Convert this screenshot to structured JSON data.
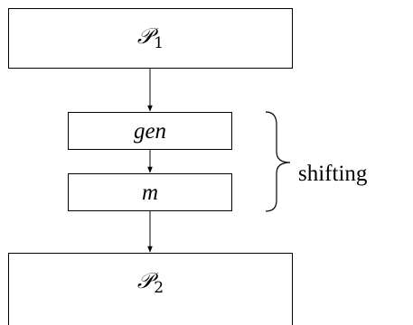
{
  "diagram": {
    "nodes": [
      {
        "id": "p1",
        "letter": "𝒫",
        "subscript": "1"
      },
      {
        "id": "gen",
        "text": "gen"
      },
      {
        "id": "m",
        "text": "m"
      },
      {
        "id": "p2",
        "letter": "𝒫",
        "subscript": "2"
      }
    ],
    "edges": [
      {
        "from": "p1",
        "to": "gen"
      },
      {
        "from": "gen",
        "to": "m"
      },
      {
        "from": "m",
        "to": "p2"
      }
    ],
    "group_label": "shifting",
    "group_members": [
      "gen",
      "m"
    ],
    "colors": {
      "stroke": "#000000",
      "fill": "#ffffff",
      "text": "#000000"
    }
  }
}
